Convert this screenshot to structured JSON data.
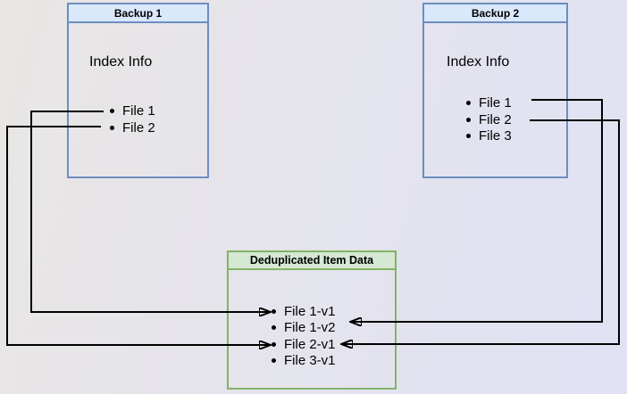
{
  "diagram": {
    "backup1": {
      "title": "Backup 1",
      "section_label": "Index Info",
      "files": [
        "File 1",
        "File 2"
      ]
    },
    "backup2": {
      "title": "Backup 2",
      "section_label": "Index Info",
      "files": [
        "File 1",
        "File 2",
        "File 3"
      ]
    },
    "dedup": {
      "title": "Deduplicated Item Data",
      "items": [
        "File 1-v1",
        "File 1-v2",
        "File 2-v1",
        "File 3-v1"
      ]
    },
    "connections": [
      {
        "from": "Backup 1 / File 1",
        "to": "File 1-v1"
      },
      {
        "from": "Backup 1 / File 2",
        "to": "File 2-v1"
      },
      {
        "from": "Backup 2 / File 1",
        "to": "File 1-v2"
      },
      {
        "from": "Backup 2 / File 2",
        "to": "File 2-v1"
      }
    ],
    "colors": {
      "backup_border": "#6c8ebf",
      "backup_header_fill": "#dae8fc",
      "dedup_border": "#82b366",
      "dedup_header_fill": "#d5e8d4",
      "connector": "#000000",
      "text": "#000000"
    }
  }
}
